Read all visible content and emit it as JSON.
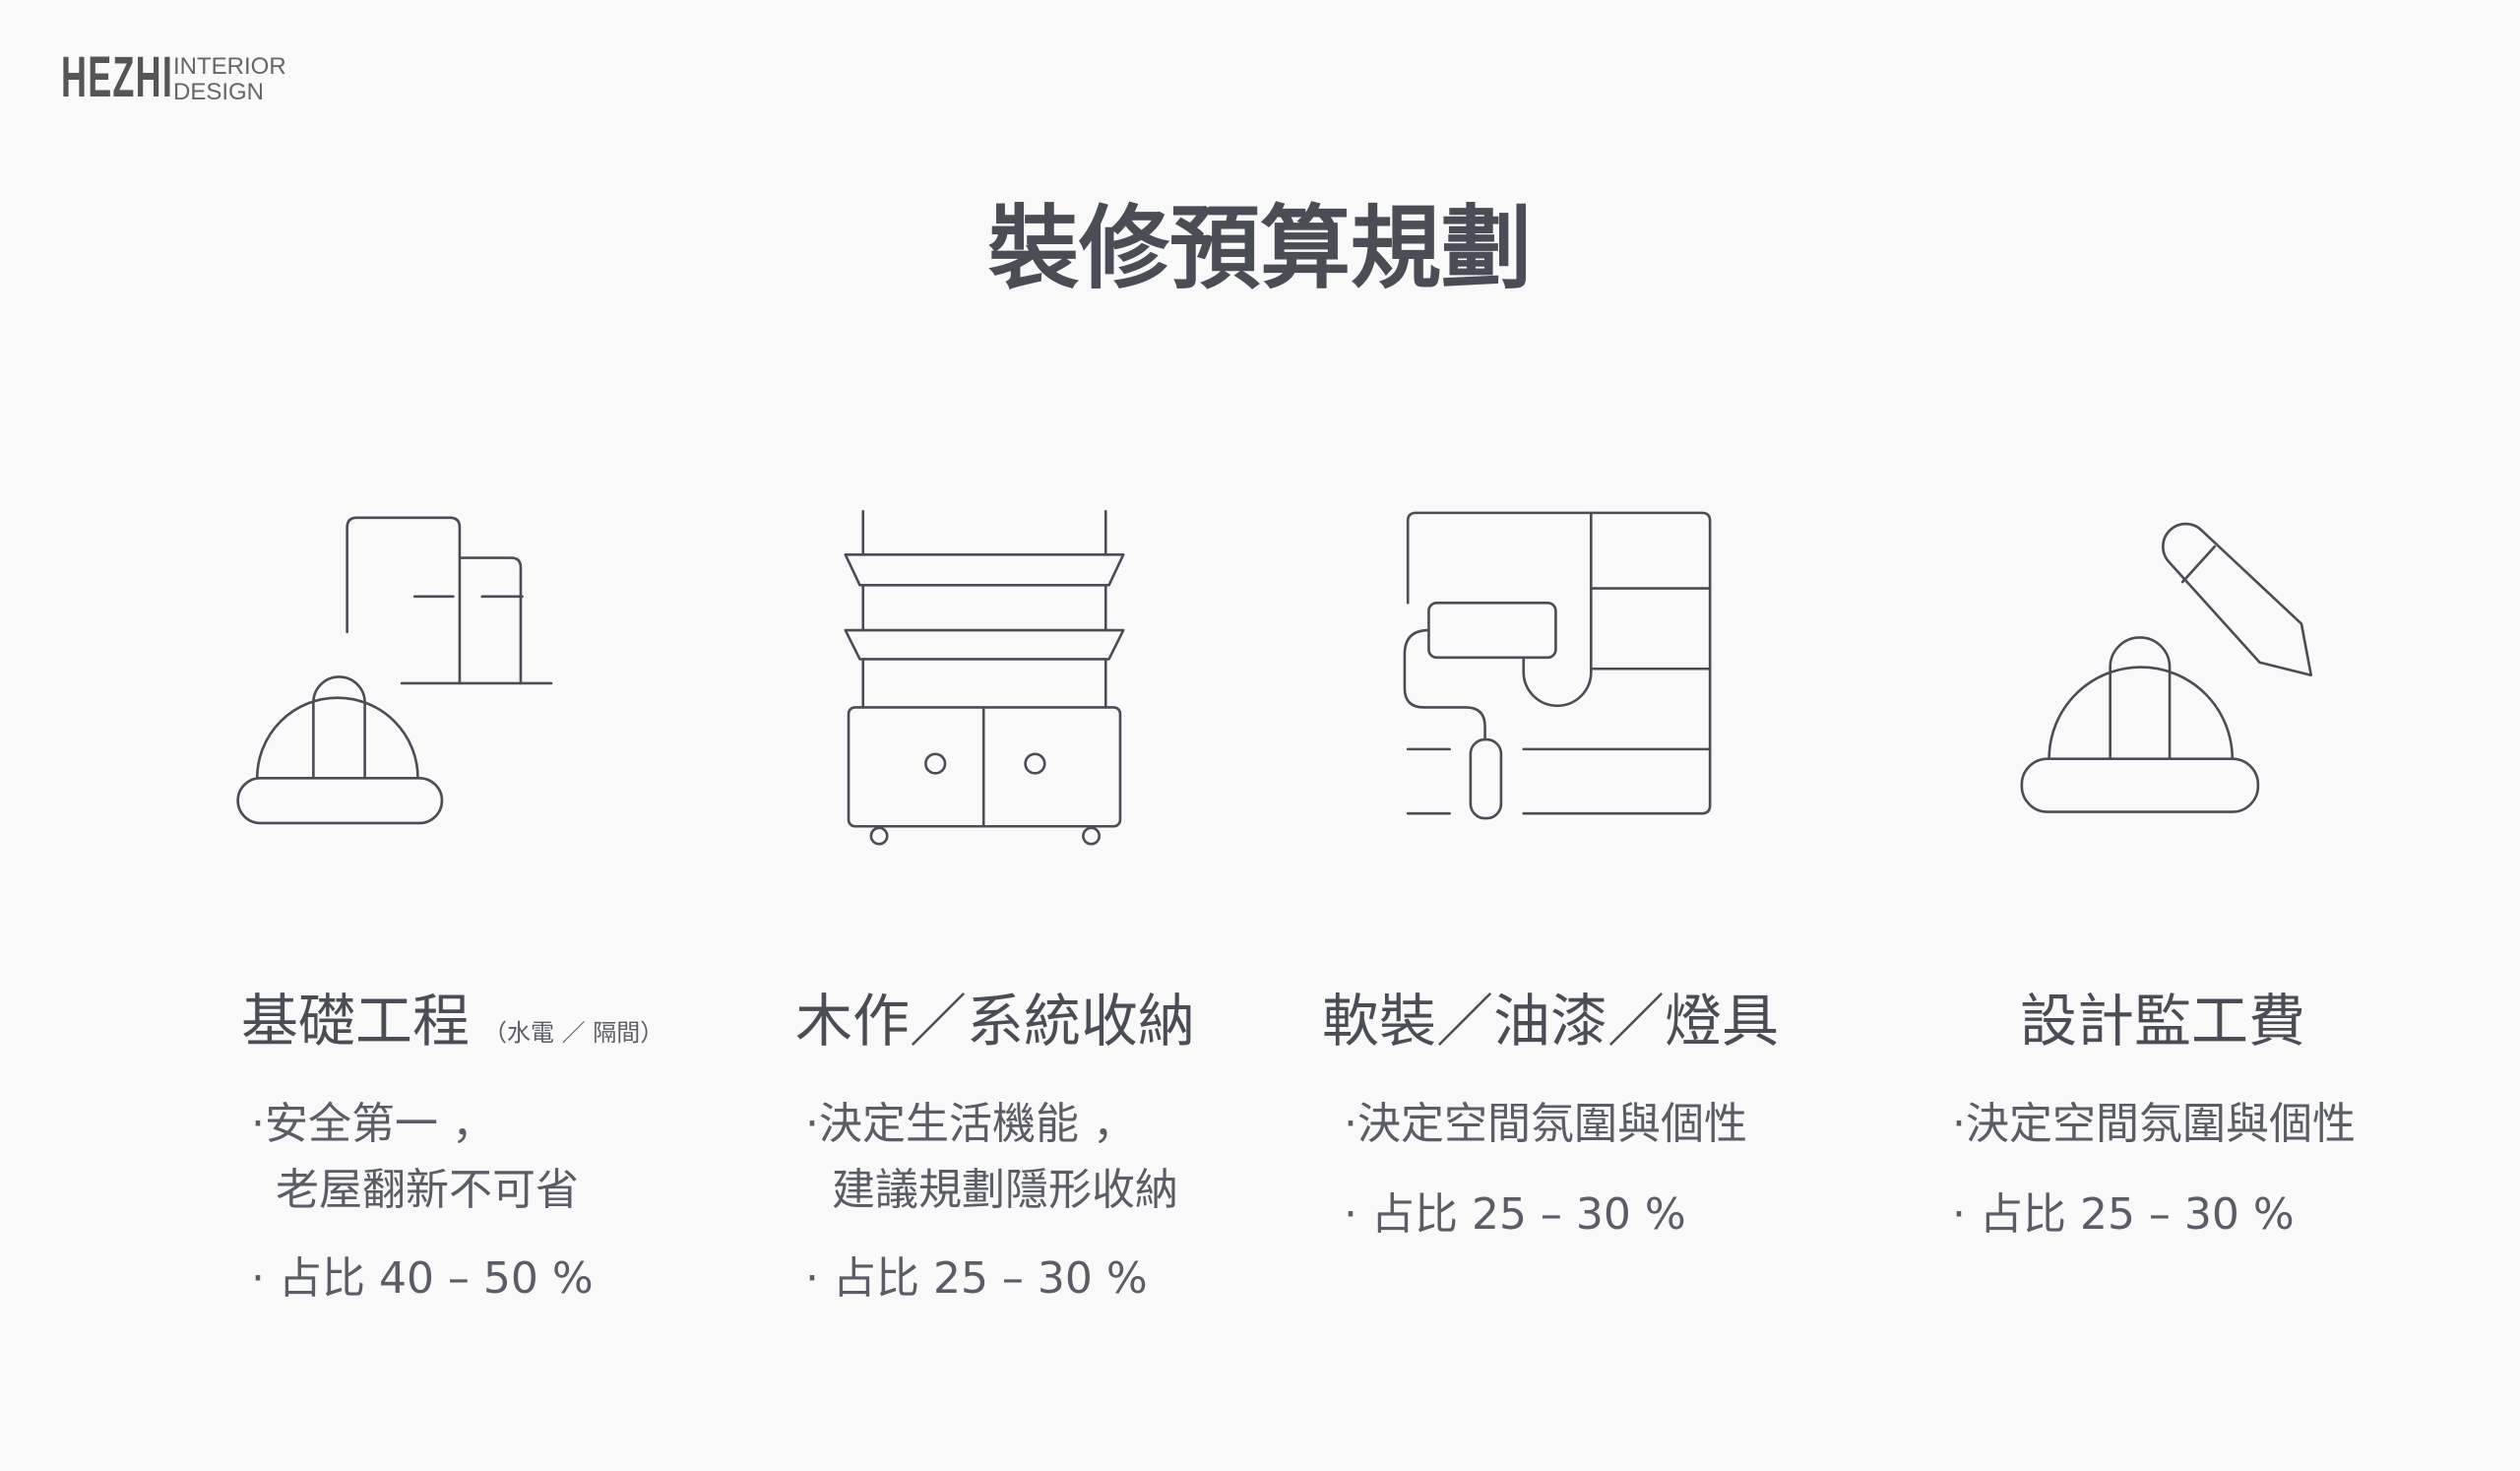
{
  "logo": {
    "mark": "HEZHI",
    "sub_line1": "INTERIOR",
    "sub_line2": "DESIGN"
  },
  "title": "裝修預算規劃",
  "columns": [
    {
      "icon": "helmet-doors-icon",
      "heading": "基礎工程",
      "note": "（水電 ／ 隔間）",
      "line1": "·安全第一 ，",
      "line2": "老屋翻新不可省",
      "ratio": "· 占比 40 – 50 %"
    },
    {
      "icon": "cabinet-shelf-icon",
      "heading": "木作／系統收納",
      "line1": "·決定生活機能 ，",
      "line2": "建議規劃隱形收納",
      "ratio": "· 占比 25 – 30 %"
    },
    {
      "icon": "paint-roller-wall-icon",
      "heading": "軟裝／油漆／燈具",
      "line1": "·決定空間氛圍與個性",
      "ratio": "· 占比 25 – 30 %"
    },
    {
      "icon": "helmet-pencil-icon",
      "heading": "設計監工費",
      "line1": "·決定空間氛圍與個性",
      "ratio": "· 占比 25 – 30 %"
    }
  ]
}
